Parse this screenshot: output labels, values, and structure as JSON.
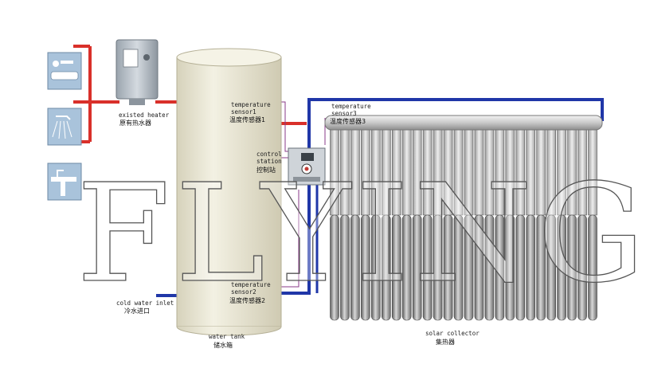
{
  "colors": {
    "hot_pipe": "#d9302a",
    "cold_pipe": "#2037a8",
    "tank": "#eeebd8",
    "sensor_wire": "#8a3a8a",
    "fixture": "#a9c3db"
  },
  "watermark": "FLYING",
  "labels": {
    "existed_heater_en": "existed heater",
    "existed_heater_cn": "原有热水器",
    "sensor1_en_1": "temperature",
    "sensor1_en_2": "sensor1",
    "sensor1_cn": "温度传感器1",
    "control_en_1": "control",
    "control_en_2": "station",
    "control_cn": "控制站",
    "sensor3_en_1": "temperature",
    "sensor3_en_2": "sensor3",
    "sensor3_cn": "温度传感器3",
    "cold_inlet_en": "cold water inlet",
    "cold_inlet_cn": "冷水进口",
    "sensor2_en_1": "temperature",
    "sensor2_en_2": "sensor2",
    "sensor2_cn": "温度传感器2",
    "tank_en": "water tank",
    "tank_cn": "储水箱",
    "collector_en": "solar collector",
    "collector_cn": "集热器"
  },
  "icons": {
    "bathtub": "bathtub-icon",
    "shower": "shower-icon",
    "sink": "sink-icon",
    "heater": "water-heater-icon",
    "controller": "control-station-icon",
    "tank": "water-tank-icon",
    "collector": "solar-collector-icon"
  }
}
